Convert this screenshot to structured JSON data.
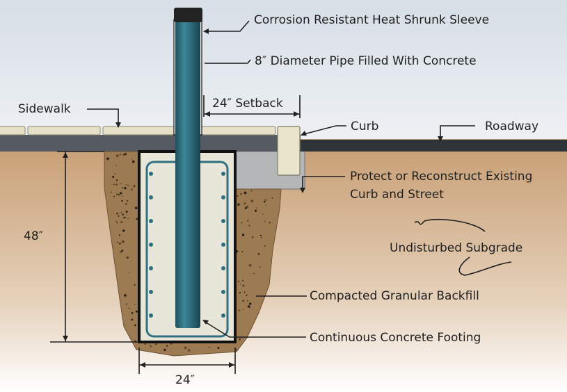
{
  "diagram": {
    "title": "Pipe post footing installation detail",
    "colors": {
      "sky_top": "#dbe3ea",
      "soil": "#c9a27a",
      "backfill": "#9c7a52",
      "sidewalk": "#e6e0c8",
      "curb": "#e9e4cc",
      "concrete_footing": "#e8e6d8",
      "pipe": "#2f6f80",
      "cap": "#222222",
      "base_course": "#555b60",
      "roadway": "#2f3438",
      "curb_backing": "#b4b6b8"
    },
    "labels": {
      "sleeve": "Corrosion Resistant Heat Shrunk Sleeve",
      "pipe": "8″ Diameter Pipe Filled With Concrete",
      "sidewalk": "Sidewalk",
      "setback": "24″ Setback",
      "curb": "Curb",
      "roadway": "Roadway",
      "protect_line1": "Protect or Reconstruct Existing",
      "protect_line2": "Curb and Street",
      "undisturbed": "Undisturbed Subgrade",
      "depth": "48″",
      "backfill": "Compacted Granular Backfill",
      "footing": "Continuous Concrete Footing",
      "width": "24″"
    }
  }
}
